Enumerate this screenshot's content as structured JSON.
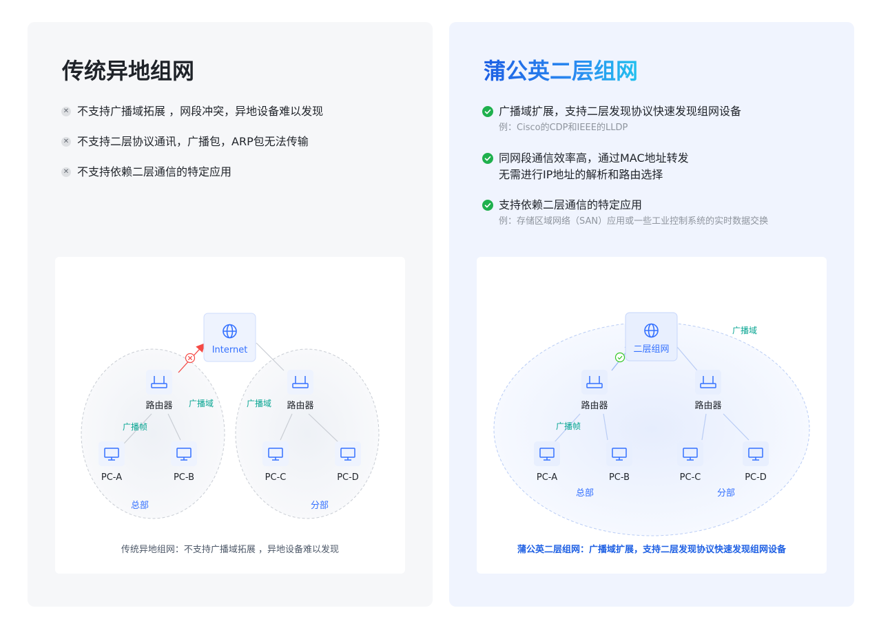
{
  "left": {
    "title": "传统异地组网",
    "items": [
      {
        "text": "不支持广播域拓展 ，网段冲突，异地设备难以发现"
      },
      {
        "text": "不支持二层协议通讯，广播包，ARP包无法传输"
      },
      {
        "text": "不支持依赖二层通信的特定应用"
      }
    ],
    "diagram": {
      "internet": "Internet",
      "router_a": "路由器",
      "router_b": "路由器",
      "pc_a": "PC-A",
      "pc_b": "PC-B",
      "pc_c": "PC-C",
      "pc_d": "PC-D",
      "hq": "总部",
      "branch": "分部",
      "broadcast_domain_a": "广播域",
      "broadcast_domain_b": "广播域",
      "broadcast_frame": "广播帧"
    },
    "caption": "传统异地组网：不支持广播域拓展 ，异地设备难以发现"
  },
  "right": {
    "title": "蒲公英二层组网",
    "items": [
      {
        "text": "广播域扩展，支持二层发现协议快速发现组网设备",
        "sub": "例：Cisco的CDP和IEEE的LLDP"
      },
      {
        "text": "同网段通信效率高，通过MAC地址转发",
        "text2": "无需进行IP地址的解析和路由选择"
      },
      {
        "text": "支持依赖二层通信的特定应用",
        "sub": "例：存储区域网络（SAN）应用或一些工业控制系统的实时数据交换"
      }
    ],
    "diagram": {
      "hub": "二层组网",
      "router_a": "路由器",
      "router_b": "路由器",
      "pc_a": "PC-A",
      "pc_b": "PC-B",
      "pc_c": "PC-C",
      "pc_d": "PC-D",
      "hq": "总部",
      "branch": "分部",
      "broadcast_domain": "广播域",
      "broadcast_frame": "广播帧"
    },
    "caption": "蒲公英二层组网：广播域扩展，支持二层发现协议快速发现组网设备"
  },
  "colors": {
    "accent_blue": "#3370ff",
    "teal": "#0aa693",
    "error_red": "#f54a45",
    "success_green": "#34c724"
  },
  "icons": {
    "globe": "globe-icon",
    "router": "router-icon",
    "monitor": "monitor-icon",
    "x": "x-circle-icon",
    "check": "check-circle-icon"
  }
}
